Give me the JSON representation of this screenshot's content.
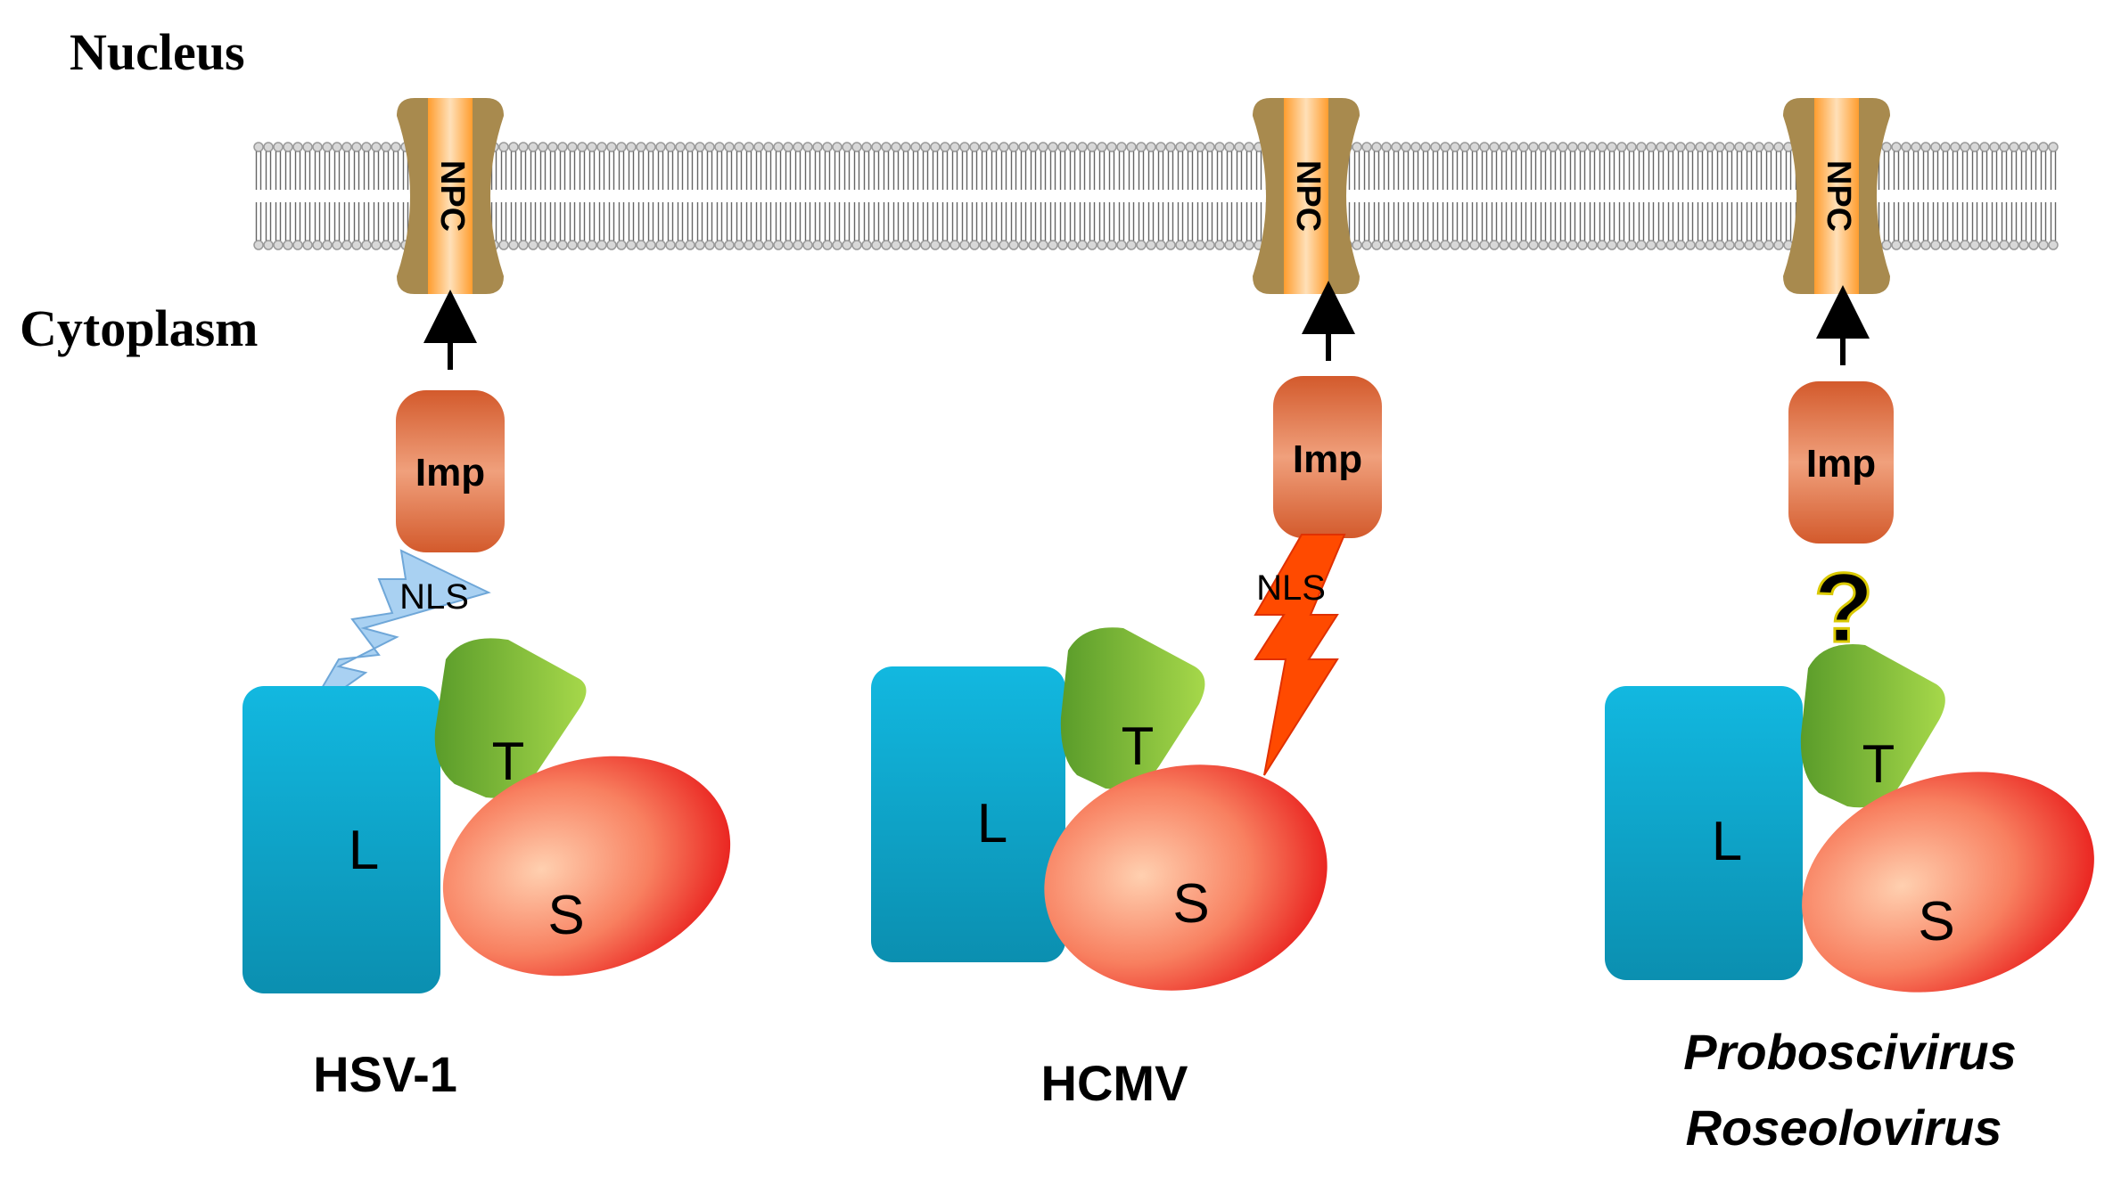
{
  "regions": {
    "nucleus": "Nucleus",
    "cytoplasm": "Cytoplasm"
  },
  "npc_label": "NPC",
  "importin_label": "Imp",
  "nls_label": "NLS",
  "unknown_signal": "?",
  "subunits": {
    "large": "L",
    "triplex": "T",
    "small": "S"
  },
  "complexes": [
    {
      "name": "HSV-1",
      "name_line2": "",
      "nls_color": "#a9d1f2",
      "signal": "NLS"
    },
    {
      "name": "HCMV",
      "name_line2": "",
      "nls_color": "#ff4a00",
      "signal": "NLS"
    },
    {
      "name": "Proboscivirus",
      "name_line2": "Roseolovirus",
      "nls_color": "#ffff33",
      "signal": "?"
    }
  ],
  "colors": {
    "membrane_head": "#9a9a9a",
    "npc_outer": "#a88a4e",
    "npc_inner": "#ffb347",
    "importin": "#d8643a",
    "large_subunit": "#1aa6c9",
    "triplex": "#7cbc3a",
    "small_subunit": "#f04b3a"
  }
}
